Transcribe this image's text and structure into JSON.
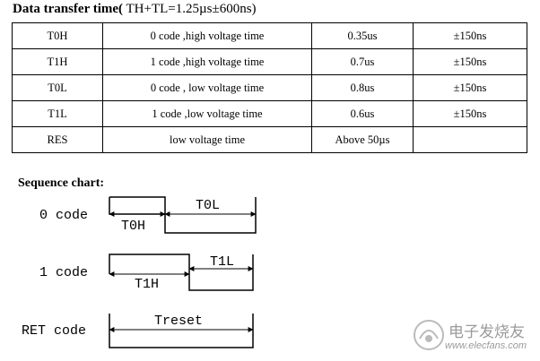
{
  "header": {
    "title_bold": "Data transfer time(",
    "title_rest": " TH+TL=1.25µs±600ns)"
  },
  "table": {
    "rows": [
      [
        "T0H",
        "0 code ,high voltage time",
        "0.35us",
        "±150ns"
      ],
      [
        "T1H",
        "1 code ,high voltage time",
        "0.7us",
        "±150ns"
      ],
      [
        "T0L",
        "0 code , low voltage time",
        "0.8us",
        "±150ns"
      ],
      [
        "T1L",
        "1 code ,low voltage time",
        "0.6us",
        "±150ns"
      ],
      [
        "RES",
        "low voltage time",
        "Above 50µs",
        ""
      ]
    ]
  },
  "sequence": {
    "title": "Sequence chart:",
    "zero": {
      "label": "0 code",
      "high": "T0H",
      "low": "T0L"
    },
    "one": {
      "label": "1 code",
      "high": "T1H",
      "low": "T1L"
    },
    "ret": {
      "label": "RET code",
      "reset": "Treset"
    }
  },
  "watermark": {
    "line1": "电子发烧友",
    "line2": "www.elecfans.com"
  }
}
